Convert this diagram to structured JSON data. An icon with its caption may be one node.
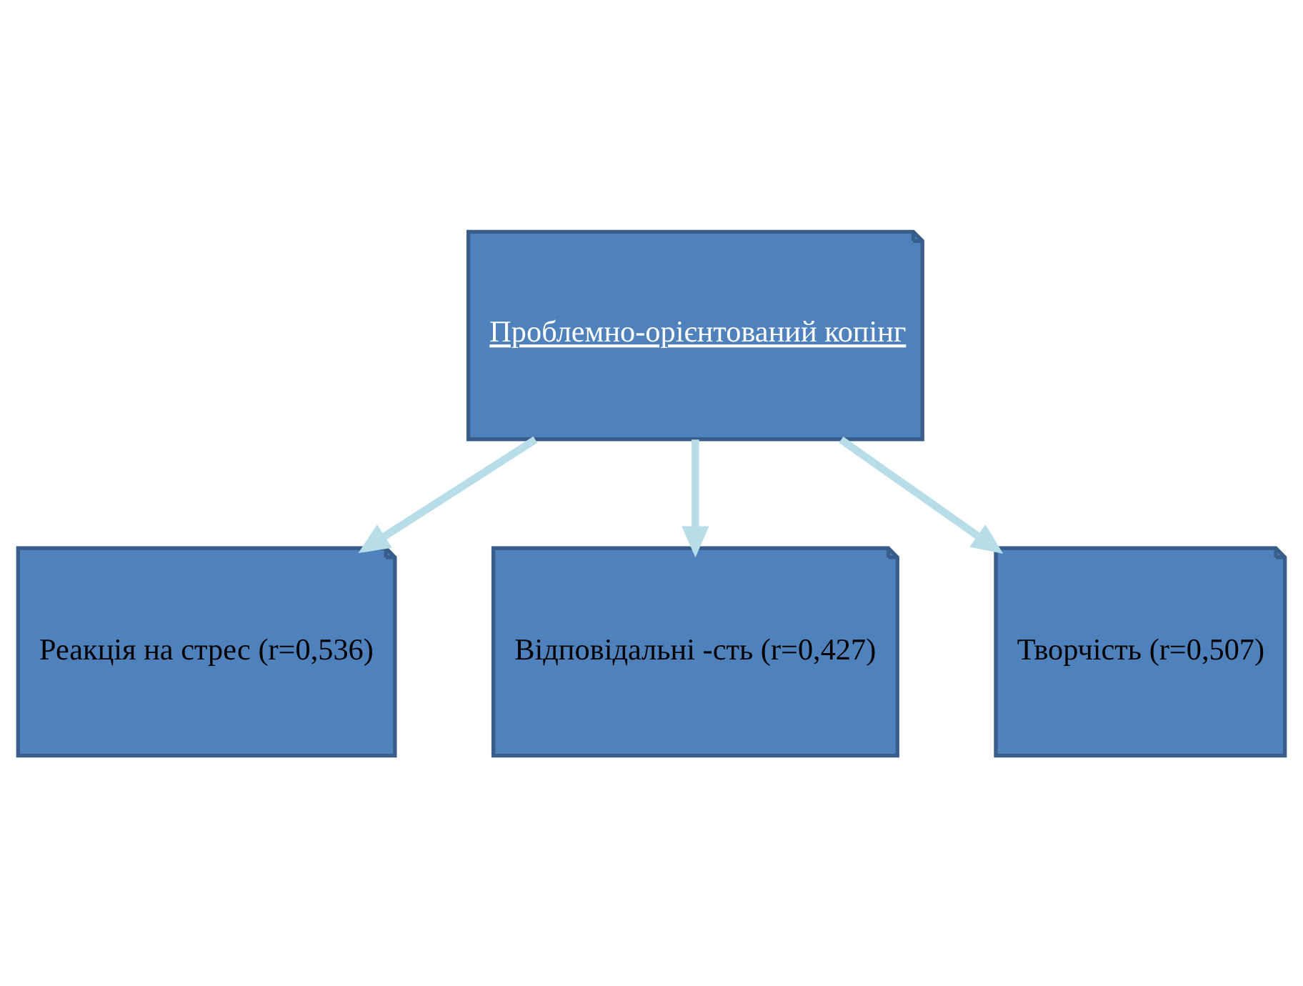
{
  "diagram": {
    "nodes": [
      {
        "text": [
          "Проблемно-орієнтований копінг"
        ]
      },
      {
        "text": [
          "Реакція на стрес (r=0,536)"
        ]
      },
      {
        "text": [
          "Відповідальні -сть (r=0,427)"
        ]
      },
      {
        "text": [
          "Творчість (r=0,507)"
        ]
      }
    ],
    "edges": [
      {
        "from": 0,
        "to": 1,
        "arrow": "to"
      },
      {
        "from": 0,
        "to": 2,
        "arrow": "to"
      },
      {
        "from": 0,
        "to": 3,
        "arrow": "to"
      }
    ]
  }
}
